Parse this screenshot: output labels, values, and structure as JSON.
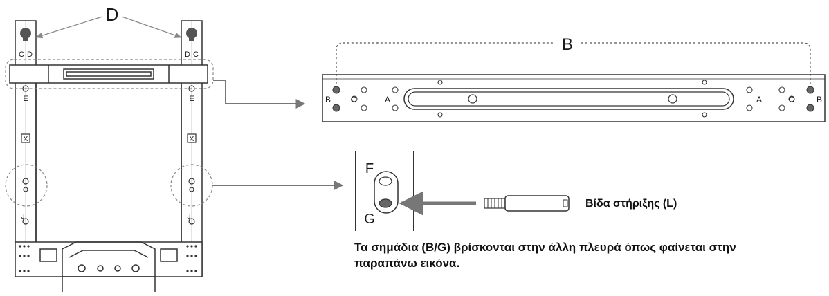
{
  "labels": {
    "D": "D",
    "B": "B",
    "A": "A",
    "C": "C",
    "E": "E",
    "F": "F",
    "G": "G",
    "J": "J",
    "X": "X"
  },
  "screw_label": "Βίδα στήριξης (L)",
  "caption_line1": "Τα σημάδια (B/G) βρίσκονται στην άλλη πλευρά όπως φαίνεται στην",
  "caption_line2": "παραπάνω εικόνα.",
  "colors": {
    "line": "#333333",
    "arrow": "#777777",
    "marker_fill": "#666666",
    "dashed": "#888888"
  }
}
